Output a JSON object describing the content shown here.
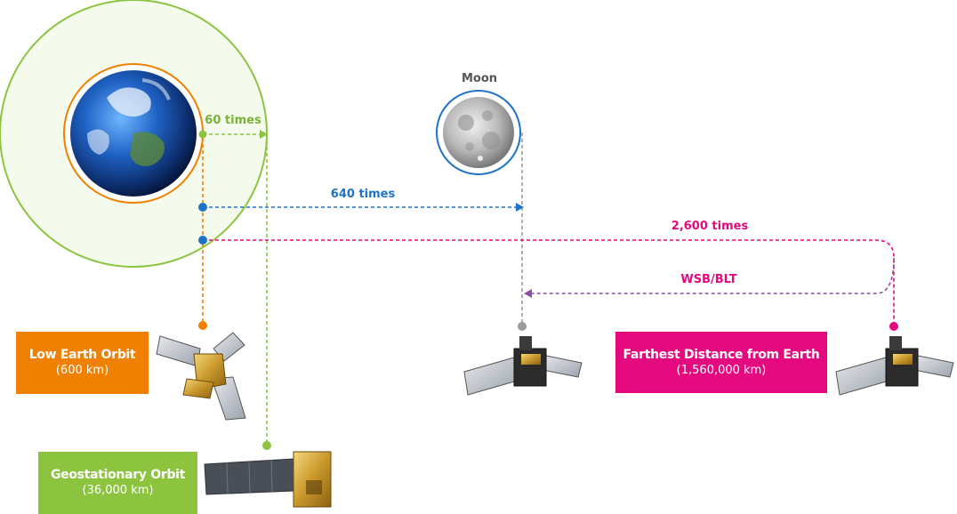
{
  "labels": {
    "moon": "Moon",
    "ratio_geo": "60 times",
    "ratio_moon": "640 times",
    "ratio_far": "2,600 times",
    "trajectory": "WSB/BLT"
  },
  "boxes": {
    "leo": {
      "title": "Low Earth Orbit",
      "distance": "(600 km)"
    },
    "geo": {
      "title": "Geostationary Orbit",
      "distance": "(36,000 km)"
    },
    "far": {
      "title": "Farthest Distance from Earth",
      "distance": "(1,560,000 km)"
    }
  },
  "colors": {
    "leo": "#F08000",
    "geo": "#8CC43F",
    "moon_line": "#1E73C8",
    "far": "#E5097F",
    "trajectory_arrow": "#8E4FA8",
    "moon_drop": "#9B9B9B"
  },
  "icons": [
    "earth-image",
    "moon-image",
    "satellite-leo",
    "satellite-geo",
    "lunar-orbiter"
  ]
}
